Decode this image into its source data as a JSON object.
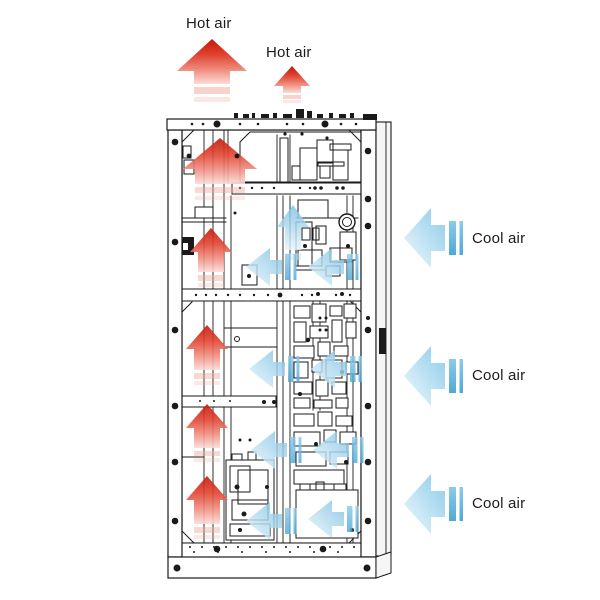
{
  "diagram": {
    "type": "airflow-schematic",
    "subject": "equipment cabinet cross-section with hot air exhaust (top) and cool air intake (right)",
    "labels": {
      "hot_large": "Hot air",
      "hot_small": "Hot air",
      "cool_top": "Cool air",
      "cool_mid": "Cool air",
      "cool_bottom": "Cool air"
    },
    "arrow_counts": {
      "external_hot_up": 2,
      "external_cool_in": 3,
      "internal_hot_up": 5,
      "internal_cool": 9
    },
    "colors": {
      "hot_air": "#d32f1b",
      "cool_air": "#5fb3dc",
      "line_art": "#1a1a1a",
      "background": "#ffffff"
    }
  }
}
